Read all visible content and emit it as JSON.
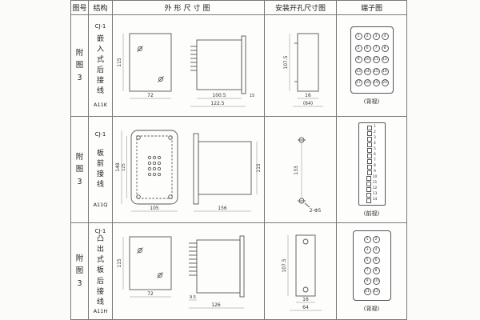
{
  "table": {
    "headers": [
      "图号",
      "结构",
      "外形尺寸图",
      "安装开孔尺寸图",
      "端子图"
    ],
    "rows": [
      {
        "figure": "附图3",
        "model": "CJ-1",
        "desc": "嵌入式后接线",
        "code": "A11K",
        "outline": {
          "height": "115",
          "width": "72",
          "depth1": "100.5",
          "depth2": "122.5",
          "flange": "15"
        },
        "mount": {
          "height": "107.5",
          "w1": "16",
          "w2": "(64)"
        }
      },
      {
        "figure": "附图3",
        "model": "CJ-1",
        "desc": "板前接线",
        "code": "A11Q",
        "outline": {
          "height": "148",
          "height2": "125",
          "width": "105",
          "depth": "156",
          "side": "115"
        },
        "mount": {
          "height": "133",
          "holes": "2-Φ5"
        }
      },
      {
        "figure": "附图3",
        "model": "CJ-1",
        "desc": "凸出式板后接线",
        "code": "A11H",
        "outline": {
          "height": "115",
          "width": "72",
          "pin": "9.5",
          "depth": "126"
        },
        "mount": {
          "height": "107.5",
          "w1": "16",
          "w2": "64"
        }
      }
    ],
    "terminals": [
      {
        "style": "circle",
        "cols": 4,
        "numbers": [
          1,
          2,
          3,
          4,
          5,
          6,
          7,
          8,
          9,
          10,
          11,
          12,
          13,
          14,
          15,
          16,
          17,
          18,
          19,
          20
        ],
        "caption": "(背视)"
      },
      {
        "style": "square",
        "cols": 1,
        "numbers": [
          1,
          2,
          3,
          4,
          5,
          6,
          7,
          8,
          9,
          10,
          11,
          12,
          13,
          14
        ],
        "caption": "(前视)"
      },
      {
        "style": "circle",
        "cols": 2,
        "numbers": [
          1,
          2,
          3,
          4,
          5,
          6,
          7,
          8,
          9,
          10,
          11,
          12
        ],
        "caption": "(背视)"
      }
    ]
  }
}
